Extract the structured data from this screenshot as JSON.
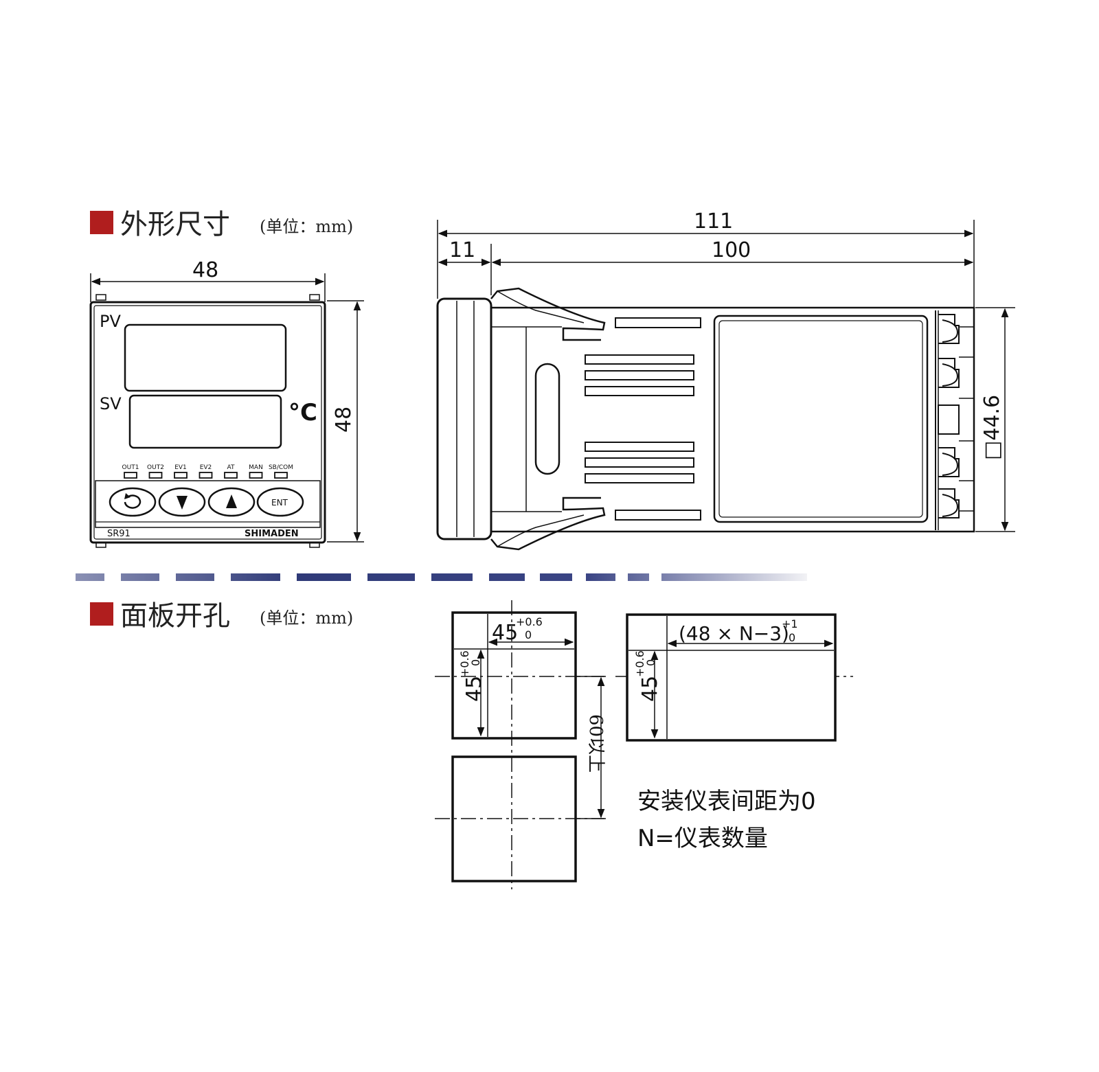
{
  "sections": {
    "outline": {
      "title": "外形尺寸",
      "unit": "(单位：mm)"
    },
    "cutout": {
      "title": "面板开孔",
      "unit": "(单位：mm)"
    }
  },
  "colors": {
    "marker": "#b01e1e",
    "line": "#111111"
  },
  "front_view": {
    "width_dim": "48",
    "height_dim": "48",
    "pv_label": "PV",
    "sv_label": "SV",
    "unit_symbol": "°C",
    "indicators": [
      "OUT1",
      "OUT2",
      "EV1",
      "EV2",
      "AT",
      "MAN",
      "SB/COM"
    ],
    "keys": {
      "mode_icon": "rotate-icon",
      "down_icon": "down-triangle-icon",
      "up_icon": "up-triangle-icon",
      "ent_label": "ENT"
    },
    "model": "SR91",
    "brand": "SHIMADEN"
  },
  "side_view": {
    "total_length": "111",
    "front_depth": "11",
    "body_length": "100",
    "body_height": "□44.6"
  },
  "cutout_view": {
    "single_width": "45",
    "single_tol_plus": "+0.6",
    "single_tol_zero": "0",
    "single_height": "45",
    "spacing": "60以上",
    "multi_width_main": "(48 × N−3)",
    "multi_tol_plus": "+1",
    "multi_tol_zero": "0",
    "multi_height": "45"
  },
  "notes": {
    "line1": "安装仪表间距为0",
    "line2": "N=仪表数量"
  }
}
